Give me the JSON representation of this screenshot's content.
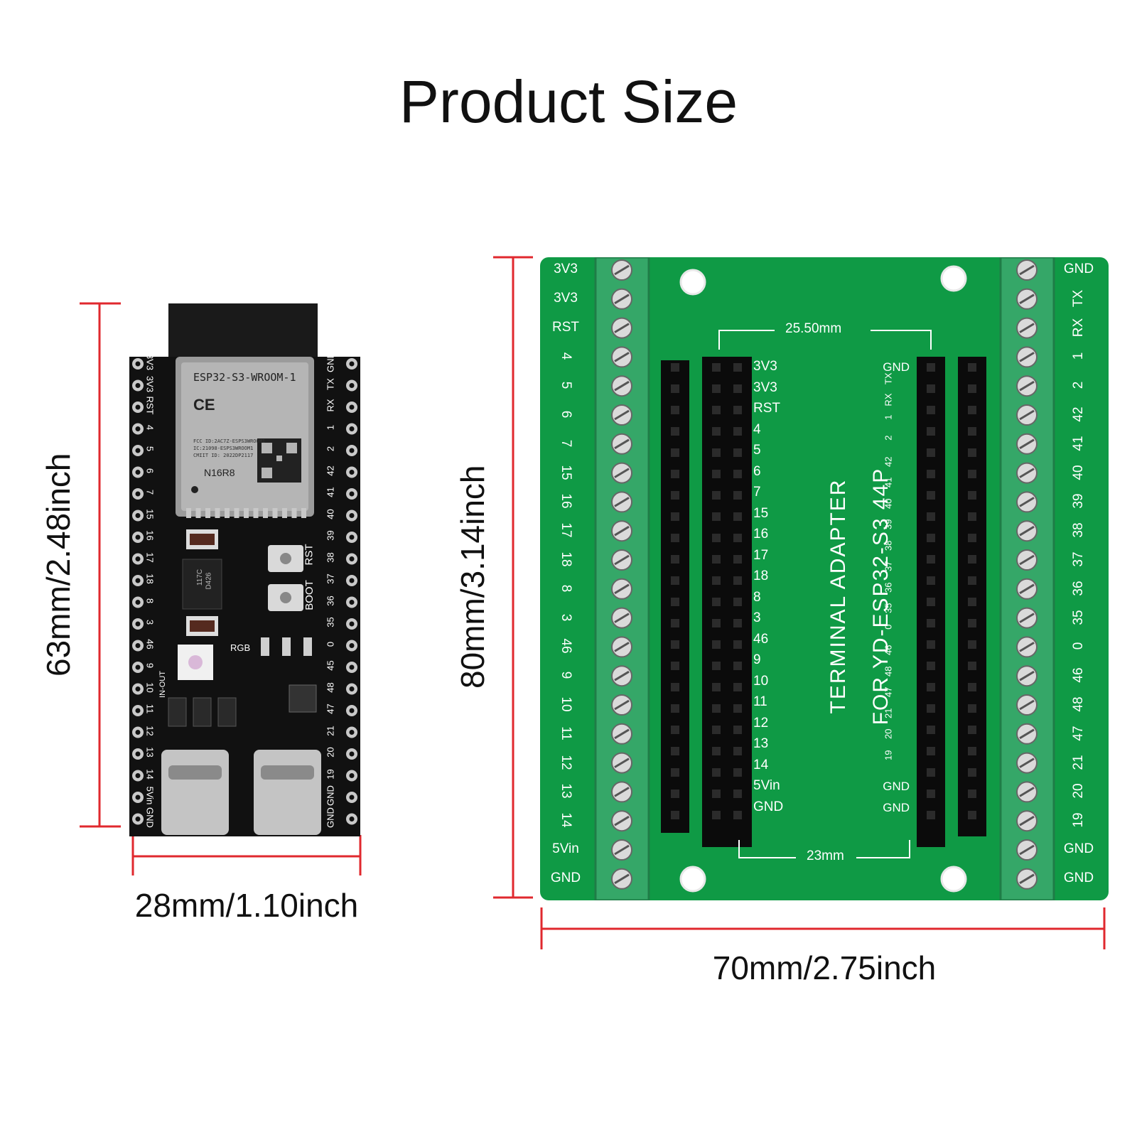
{
  "page_title": "Product Size",
  "esp_board": {
    "height_label": "63mm/2.48inch",
    "width_label": "28mm/1.10inch",
    "module_name": "ESP32-S3-WROOM-1",
    "ce_mark": "CE",
    "fcc_id": "FCC ID:2AC7Z-ESPS3WROOM1",
    "ic_id": "IC:21098-ESPS3WROOM1",
    "cmiit_id": "CMIIT ID: 2022DP2117",
    "variant": "N16R8",
    "rst_label": "RST",
    "boot_label": "BOOT",
    "rgb_label": "RGB",
    "regulator_marking_1": "117C",
    "regulator_marking_2": "D426",
    "left_pins": [
      "3V3",
      "3V3",
      "RST",
      "4",
      "5",
      "6",
      "7",
      "15",
      "16",
      "17",
      "18",
      "8",
      "3",
      "46",
      "9",
      "10",
      "11",
      "12",
      "13",
      "14",
      "5Vin",
      "GND"
    ],
    "right_pins": [
      "GND",
      "TX",
      "RX",
      "1",
      "2",
      "42",
      "41",
      "40",
      "39",
      "38",
      "37",
      "36",
      "35",
      "0",
      "45",
      "48",
      "47",
      "21",
      "20",
      "19",
      "GND",
      "GND"
    ],
    "in_out_label": "IN-OUT"
  },
  "adapter_board": {
    "height_label": "80mm/3.14inch",
    "width_label": "70mm/2.75inch",
    "inner_top_dim": "25.50mm",
    "inner_bottom_dim": "23mm",
    "title_line_1": "TERMINAL ADAPTER",
    "title_line_2": "FOR YD-ESP32-S3 44P",
    "left_terminal_labels": [
      "3V3",
      "3V3",
      "RST",
      "4",
      "5",
      "6",
      "7",
      "15",
      "16",
      "17",
      "18",
      "8",
      "3",
      "46",
      "9",
      "10",
      "11",
      "12",
      "13",
      "14",
      "5Vin",
      "GND"
    ],
    "right_terminal_labels": [
      "GND",
      "TX",
      "RX",
      "1",
      "2",
      "42",
      "41",
      "40",
      "39",
      "38",
      "37",
      "36",
      "35",
      "0",
      "46",
      "48",
      "47",
      "21",
      "20",
      "19",
      "GND",
      "GND"
    ],
    "inner_left_labels": [
      "3V3",
      "3V3",
      "RST",
      "4",
      "5",
      "6",
      "7",
      "15",
      "16",
      "17",
      "18",
      "8",
      "3",
      "46",
      "9",
      "10",
      "11",
      "12",
      "13",
      "14",
      "5Vin",
      "GND"
    ],
    "inner_right_labels": [
      "GND",
      "TX",
      "RX",
      "1",
      "2",
      "42",
      "41",
      "40",
      "39",
      "38",
      "37",
      "36",
      "35",
      "0",
      "46",
      "48",
      "47",
      "21",
      "20",
      "19",
      "GND",
      "GND"
    ]
  },
  "colors": {
    "dimension_line": "#e0282e",
    "esp_pcb": "#111111",
    "adapter_pcb": "#0f9a45",
    "terminal_block": "#35a768",
    "header": "#0b0b0b"
  }
}
